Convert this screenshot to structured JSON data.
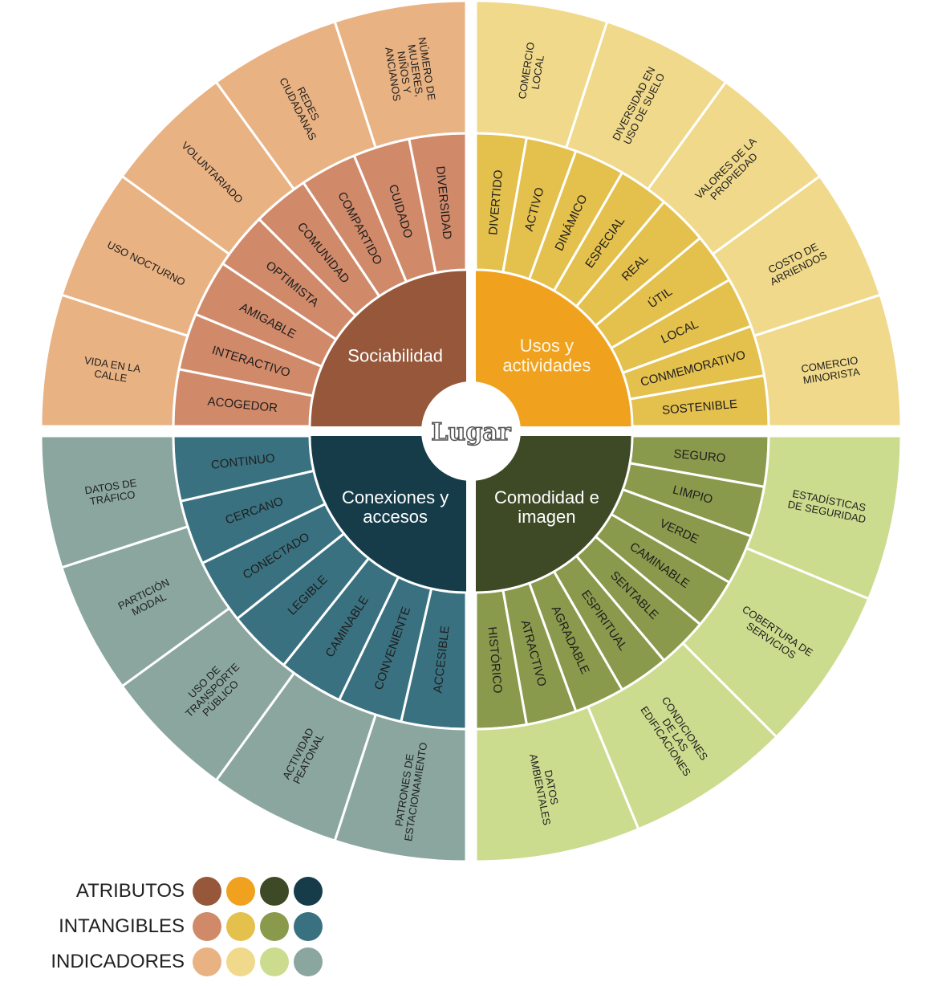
{
  "center": {
    "label": "Lugar"
  },
  "quadrants": [
    {
      "id": "sociabilidad",
      "attribute": "Sociabilidad",
      "colors": {
        "attribute": "#96573a",
        "intangible": "#d08a6a",
        "indicator": "#e9b283"
      },
      "intangibles": [
        "ACOGEDOR",
        "INTERACTIVO",
        "AMIGABLE",
        "OPTIMISTA",
        "COMUNIDAD",
        "COMPARTIDO",
        "CUIDADO",
        "DIVERSIDAD"
      ],
      "indicators": [
        "VIDA EN LA CALLE",
        "USO NOCTURNO",
        "VOLUNTARIADO",
        "REDES CIUDADANAS",
        "NÚMERO DE MUJERES, NIÑOS Y ANCIANOS"
      ]
    },
    {
      "id": "usos",
      "attribute": "Usos y actividades",
      "colors": {
        "attribute": "#f0a21f",
        "intangible": "#e4c04d",
        "indicator": "#f0d98a"
      },
      "intangibles": [
        "DIVERTIDO",
        "ACTIVO",
        "DINÁMICO",
        "ESPECIAL",
        "REAL",
        "ÚTIL",
        "LOCAL",
        "CONMEMORATIVO",
        "SOSTENIBLE"
      ],
      "indicators": [
        "COMERCIO LOCAL",
        "DIVERSIDAD EN USO DE SUELO",
        "VALORES DE LA PROPIEDAD",
        "COSTO DE ARRIENDOS",
        "COMERCIO MINORISTA"
      ]
    },
    {
      "id": "comodidad",
      "attribute": "Comodidad e imagen",
      "colors": {
        "attribute": "#3e4a26",
        "intangible": "#8a9a4c",
        "indicator": "#cbdc8e"
      },
      "intangibles": [
        "SEGURO",
        "LIMPIO",
        "VERDE",
        "CAMINABLE",
        "SENTABLE",
        "ESPIRITUAL",
        "AGRADABLE",
        "ATRACTIVO",
        "HISTÓRICO"
      ],
      "indicators": [
        "ESTADÍSTICAS DE SEGURIDAD",
        "COBERTURA DE SERVICIOS",
        "CONDICIONES DE LAS EDIFICACIONES",
        "DATOS AMBIENTALES"
      ]
    },
    {
      "id": "conexiones",
      "attribute": "Conexiones y accesos",
      "colors": {
        "attribute": "#163c4a",
        "intangible": "#3a7180",
        "indicator": "#8aa69f"
      },
      "intangibles": [
        "ACCESIBLE",
        "CONVENIENTE",
        "CAMINABLE",
        "LEGIBLE",
        "CONECTADO",
        "CERCANO",
        "CONTINUO"
      ],
      "indicators": [
        "PATRONES DE ESTACIONAMIENTO",
        "ACTIVIDAD PEATONAL",
        "USO DE TRANSPORTE PÚBLICO",
        "PARTICIÓN MODAL",
        "DATOS DE TRÁFICO"
      ]
    }
  ],
  "legend": [
    {
      "label": "ATRIBUTOS",
      "colors": [
        "#96573a",
        "#f0a21f",
        "#3e4a26",
        "#163c4a"
      ]
    },
    {
      "label": "INTANGIBLES",
      "colors": [
        "#d08a6a",
        "#e4c04d",
        "#8a9a4c",
        "#3a7180"
      ]
    },
    {
      "label": "INDICADORES",
      "colors": [
        "#e9b283",
        "#f0d98a",
        "#cbdc8e",
        "#8aa69f"
      ]
    }
  ]
}
